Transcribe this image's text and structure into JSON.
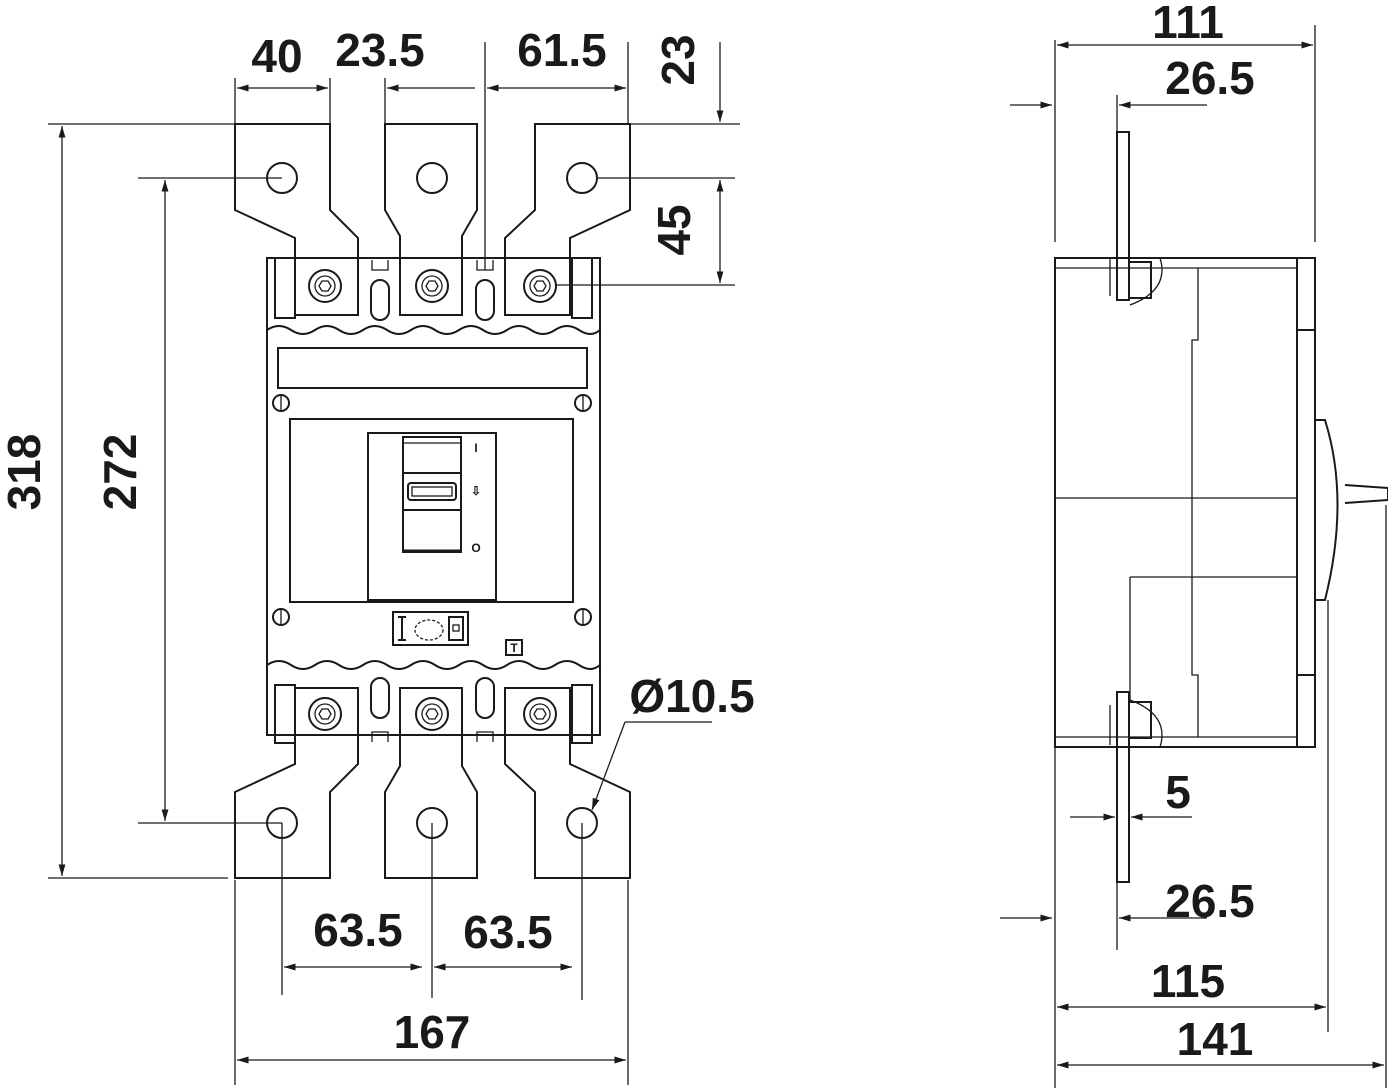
{
  "front_view": {
    "dimensions": {
      "total_height": "318",
      "hole_pitch_vertical": "272",
      "terminal_width": "40",
      "terminal_gap": "23.5",
      "terminal_span": "61.5",
      "top_to_hole": "23",
      "hole_to_bolt": "45",
      "pole_pitch_left": "63.5",
      "pole_pitch_right": "63.5",
      "total_width": "167",
      "hole_diameter": "Ø10.5"
    },
    "handle_marks": {
      "on": "I",
      "trip": "⇩",
      "off": "O"
    },
    "test_button": "T"
  },
  "side_view": {
    "dimensions": {
      "depth_body": "111",
      "terminal_offset_top": "26.5",
      "terminal_thickness": "5",
      "terminal_offset_bottom": "26.5",
      "depth_to_panel": "115",
      "depth_total": "141"
    }
  }
}
